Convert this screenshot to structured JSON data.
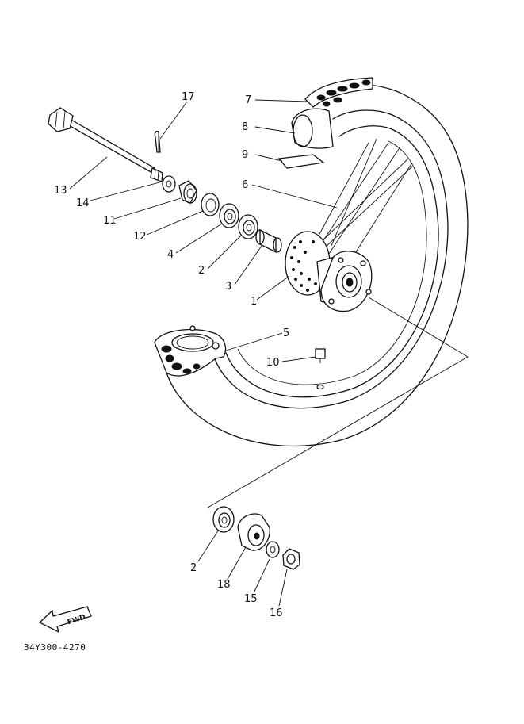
{
  "diagram": {
    "callouts": [
      {
        "id": "c17",
        "label": "17"
      },
      {
        "id": "c7",
        "label": "7"
      },
      {
        "id": "c8",
        "label": "8"
      },
      {
        "id": "c9",
        "label": "9"
      },
      {
        "id": "c6",
        "label": "6"
      },
      {
        "id": "c13",
        "label": "13"
      },
      {
        "id": "c14",
        "label": "14"
      },
      {
        "id": "c11",
        "label": "11"
      },
      {
        "id": "c12",
        "label": "12"
      },
      {
        "id": "c4",
        "label": "4"
      },
      {
        "id": "c2a",
        "label": "2"
      },
      {
        "id": "c3",
        "label": "3"
      },
      {
        "id": "c1",
        "label": "1"
      },
      {
        "id": "c5",
        "label": "5"
      },
      {
        "id": "c10",
        "label": "10"
      },
      {
        "id": "c2b",
        "label": "2"
      },
      {
        "id": "c18",
        "label": "18"
      },
      {
        "id": "c15",
        "label": "15"
      },
      {
        "id": "c16",
        "label": "16"
      }
    ],
    "direction_label": "FWD",
    "drawing_code": "34Y300-4270"
  }
}
